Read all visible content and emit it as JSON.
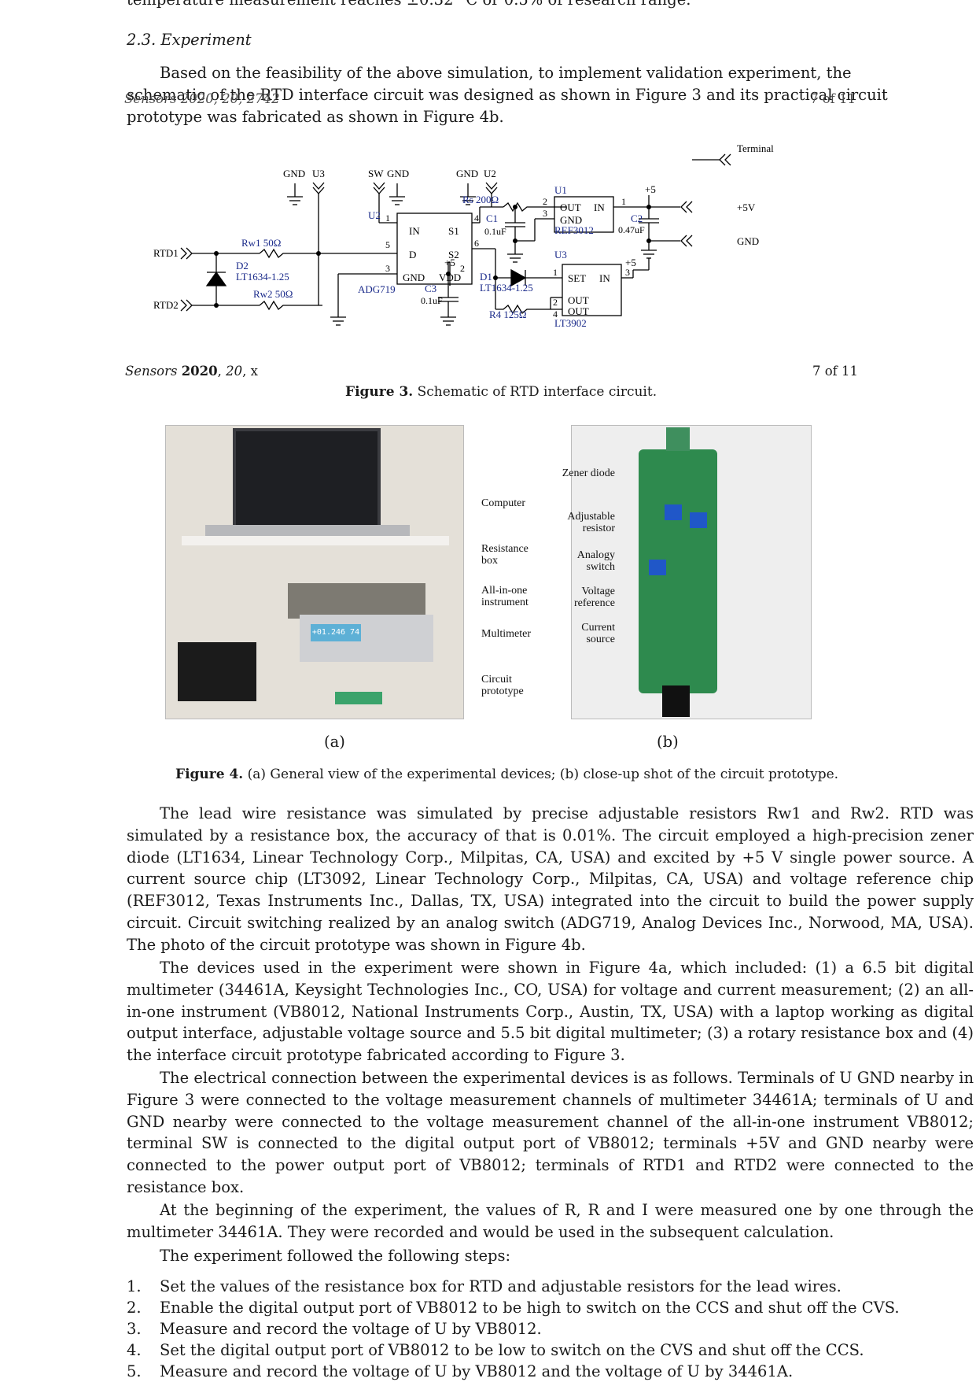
{
  "top_cut_line": "temperature measurement reaches ±0.32 °C or 0.5% of research range.",
  "section_heading": "2.3. Experiment",
  "intro_paragraph": {
    "line1": "Based on the feasibility of the above simulation, to implement validation experiment, the",
    "line2": "schematic of the RTD interface circuit was designed as shown in Figure 3 and its practical circuit",
    "line3": "prototype was fabricated as shown in Figure 4b."
  },
  "running_header_top": {
    "left": "Sensors 2020, 20, 2742",
    "right": "7 of 11"
  },
  "running_header_overlay": {
    "journal": "Sensors",
    "year": "2020",
    "volume": "20",
    "suffix": "x",
    "page": "7 of 11"
  },
  "figure3": {
    "caption_label": "Figure 3.",
    "caption_text": "Schematic of RTD interface circuit.",
    "labels": {
      "terminal": "Terminal",
      "gnd": "GND",
      "u3": "U3",
      "sw": "SW",
      "u2": "U2",
      "rs": "Rs 200Ω",
      "u1": "U1",
      "plus5": "+5",
      "plus5v": "+5V",
      "gnd_out": "GND",
      "rtd1": "RTD1",
      "rtd2": "RTD2",
      "rw1": "Rw1 50Ω",
      "rw2": "Rw2 50Ω",
      "d2": "D2",
      "d2_part": "LT1634-1.25",
      "u2_in": "IN",
      "u2_s1": "S1",
      "u2_d": "D",
      "u2_s2": "S2",
      "u2_gnd": "GND",
      "u2_vdd": "VDD",
      "u2_part": "ADG719",
      "c1": "C1",
      "c1_val": "0.1uF",
      "c2": "C2",
      "c2_val": "0.47uF",
      "c3": "C3",
      "c3_val": "0.1uF",
      "u1_out": "OUT",
      "u1_in": "IN",
      "u1_gnd": "GND",
      "u1_part": "REF3012",
      "d1": "D1",
      "d1_part": "LT1634-1.25",
      "u3_set": "SET",
      "u3_in": "IN",
      "u3_out1": "OUT",
      "u3_out2": "OUT",
      "u3_part": "LT3902",
      "r4": "R4 125Ω",
      "pins": [
        "1",
        "5",
        "3",
        "4",
        "6",
        "2",
        "2",
        "3",
        "1",
        "1",
        "2",
        "4",
        "3"
      ]
    }
  },
  "figure4": {
    "caption_label": "Figure 4.",
    "caption_text": "(a) General view of the experimental devices; (b) close-up shot of the circuit prototype.",
    "sub_a": "(a)",
    "sub_b": "(b)",
    "photo_a_labels": [
      "Computer",
      "Resistance box",
      "All-in-one instrument",
      "Multimeter",
      "Circuit prototype"
    ],
    "photo_b_labels": [
      "Zener diode",
      "Adjustable resistor",
      "Analogy switch",
      "Voltage reference",
      "Current source"
    ],
    "multimeter_display": "+01.246 74"
  },
  "para1": "The lead wire resistance was simulated by precise adjustable resistors Rw1 and Rw2. RTD was simulated by a resistance box, the accuracy of that is 0.01%. The circuit employed a high-precision zener diode (LT1634, Linear Technology Corp., Milpitas, CA, USA) and excited by +5 V single power source. A current source chip (LT3092, Linear Technology Corp., Milpitas, CA, USA) and voltage reference chip (REF3012, Texas Instruments Inc., Dallas, TX, USA) integrated into the circuit to build the power supply circuit. Circuit switching realized by an analog switch (ADG719, Analog Devices Inc., Norwood, MA, USA). The photo of the circuit prototype was shown in Figure 4b.",
  "para2": "The devices used in the experiment were shown in Figure 4a, which included: (1) a 6.5 bit digital multimeter (34461A, Keysight Technologies Inc., CO, USA) for voltage and current measurement; (2) an all-in-one instrument (VB8012, National Instruments Corp., Austin, TX, USA) with a laptop working as digital output interface, adjustable voltage source and 5.5 bit digital multimeter; (3) a rotary resistance box and (4) the interface circuit prototype fabricated according to Figure 3.",
  "para3": "The electrical connection between the experimental devices is as follows. Terminals of U GND nearby in Figure 3 were connected to the voltage measurement channels of multimeter 34461A; terminals of U and GND nearby were connected to the voltage measurement channel of the all-in-one instrument VB8012; terminal SW is connected to the digital output port of VB8012; terminals +5V and GND nearby were connected to the power output port of VB8012; terminals of RTD1 and RTD2 were connected to the resistance box.",
  "para4": "At the beginning of the experiment, the values of R, R and I were measured one by one through the multimeter 34461A. They were recorded and would be used in the subsequent calculation.",
  "para5": "The experiment followed the following steps:",
  "steps": [
    {
      "n": "1.",
      "text": "Set the values of the resistance box for RTD and adjustable resistors for the lead wires."
    },
    {
      "n": "2.",
      "text": "Enable the digital output port of VB8012 to be high to switch on the CCS and shut off the CVS."
    },
    {
      "n": "3.",
      "text": "Measure and record the voltage of U by VB8012."
    },
    {
      "n": "4.",
      "text": "Set the digital output port of VB8012 to be low to switch on the CVS and shut off the CCS."
    },
    {
      "n": "5.",
      "text": "Measure and record the voltage of U by VB8012 and the voltage of U by 34461A."
    }
  ]
}
